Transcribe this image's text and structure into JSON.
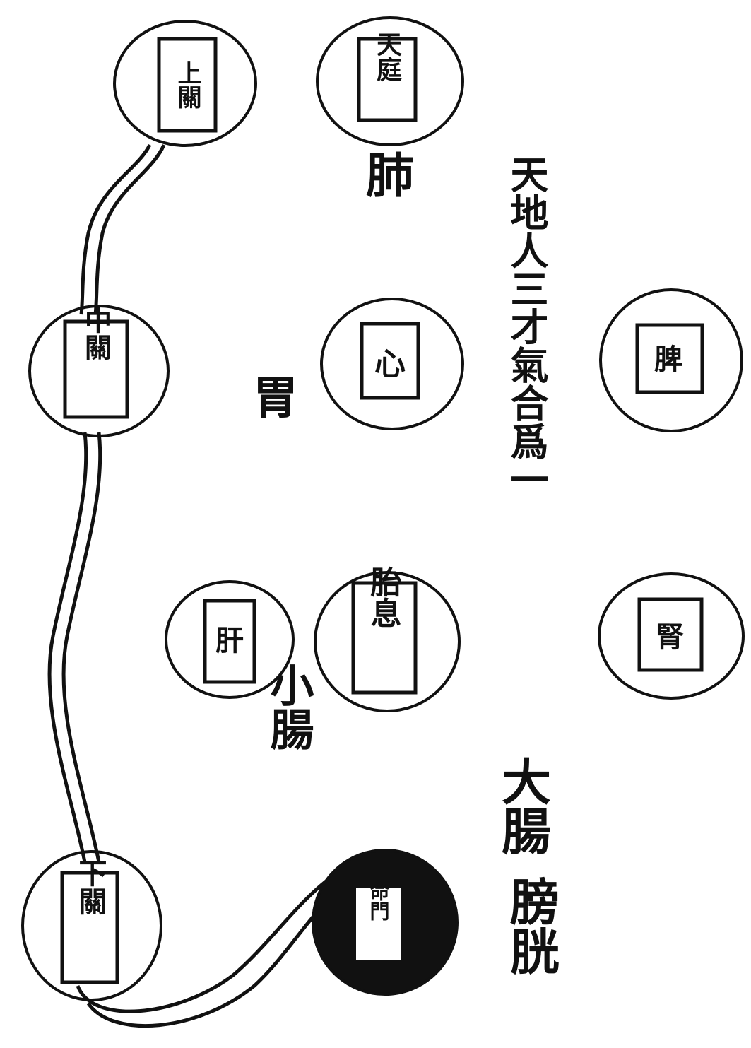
{
  "title": "天地人三才氣合爲一",
  "nodes": {
    "upper_gate": "上關",
    "heaven_court": "天庭",
    "middle_gate": "中關",
    "heart": "心",
    "spleen": "脾",
    "liver": "肝",
    "womb": "胎息",
    "kidney": "腎",
    "lower_gate": "下關",
    "dark_gate": "命門"
  },
  "labels": {
    "lung": "肺",
    "stomach": "胃",
    "small_intestine": "小腸",
    "large_intestine": "大腸",
    "bladder": "膀胱"
  }
}
